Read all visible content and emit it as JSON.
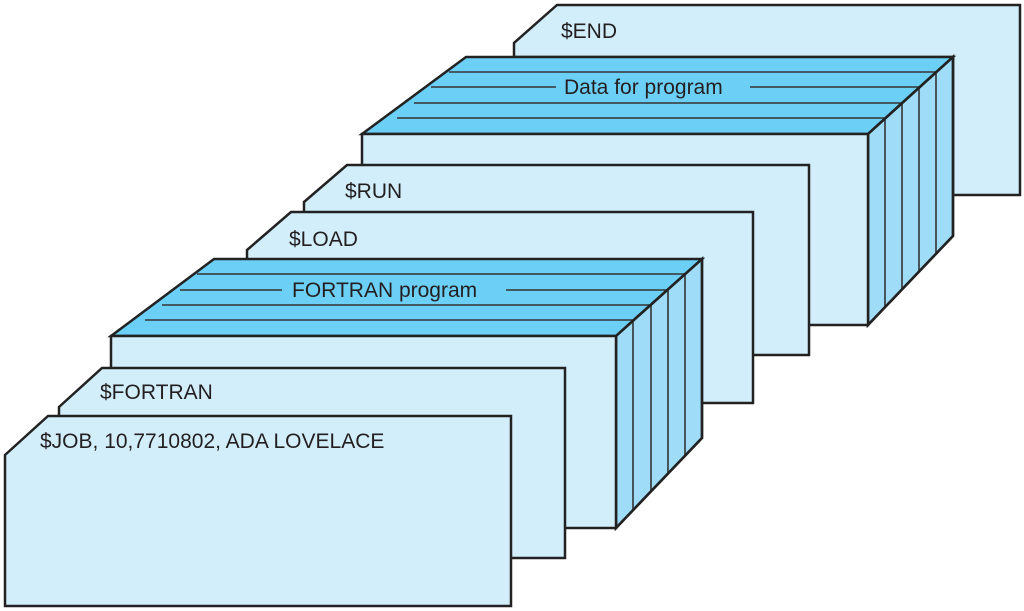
{
  "diagram": {
    "title": "Card deck for a simple batch job",
    "cards": {
      "end": "$END",
      "data_block": "Data for program",
      "run": "$RUN",
      "load": "$LOAD",
      "fortran_block": "FORTRAN program",
      "fortran": "$FORTRAN",
      "job": "$JOB, 10,7710802, ADA LOVELACE"
    },
    "colors": {
      "card_fill": "#d3eefb",
      "block_top": "#6ccff5",
      "block_side": "#9fdcf7",
      "outline": "#222222"
    }
  }
}
